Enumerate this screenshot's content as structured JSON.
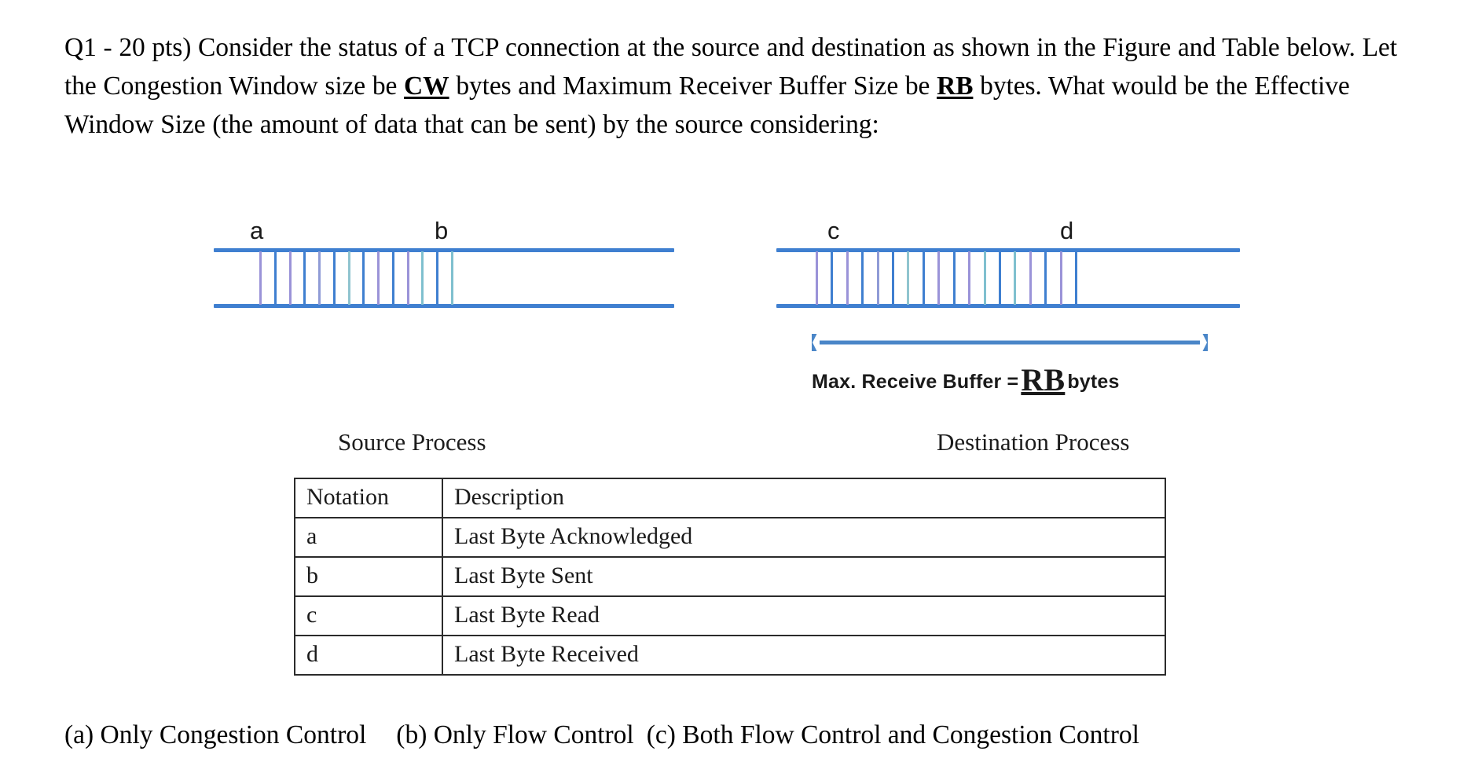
{
  "question": {
    "prefix": "Q1 - 20 pts) Consider the status of a TCP connection at the source and destination as shown in the Figure and Table below. Let the Congestion Window size be ",
    "term_cw": "CW",
    "mid1": " bytes and Maximum Receiver Buffer Size be ",
    "term_rb": "RB",
    "mid2": " bytes. What would be the Effective Window Size (the amount of data that can be sent) by the source considering:"
  },
  "figure": {
    "source": {
      "caption": "Source Process",
      "marker_start": "a",
      "marker_end": "b",
      "tick_count": 14,
      "rail_color": "#3f7fd0"
    },
    "destination": {
      "caption": "Destination Process",
      "marker_start": "c",
      "marker_end": "d",
      "tick_count": 18,
      "rail_color": "#3f7fd0"
    },
    "buffer_annotation": {
      "prefix": "Max. Receive Buffer =",
      "symbol": "RB",
      "suffix": "bytes",
      "arrow_color": "#4a86c8"
    }
  },
  "table": {
    "headers": [
      "Notation",
      "Description"
    ],
    "rows": [
      {
        "notation": "a",
        "description": "Last Byte Acknowledged"
      },
      {
        "notation": "b",
        "description": "Last Byte Sent"
      },
      {
        "notation": "c",
        "description": "Last Byte Read"
      },
      {
        "notation": "d",
        "description": "Last Byte Received"
      }
    ]
  },
  "choices": [
    "(a) Only Congestion Control",
    "(b) Only Flow Control",
    "(c) Both Flow Control and Congestion Control"
  ]
}
